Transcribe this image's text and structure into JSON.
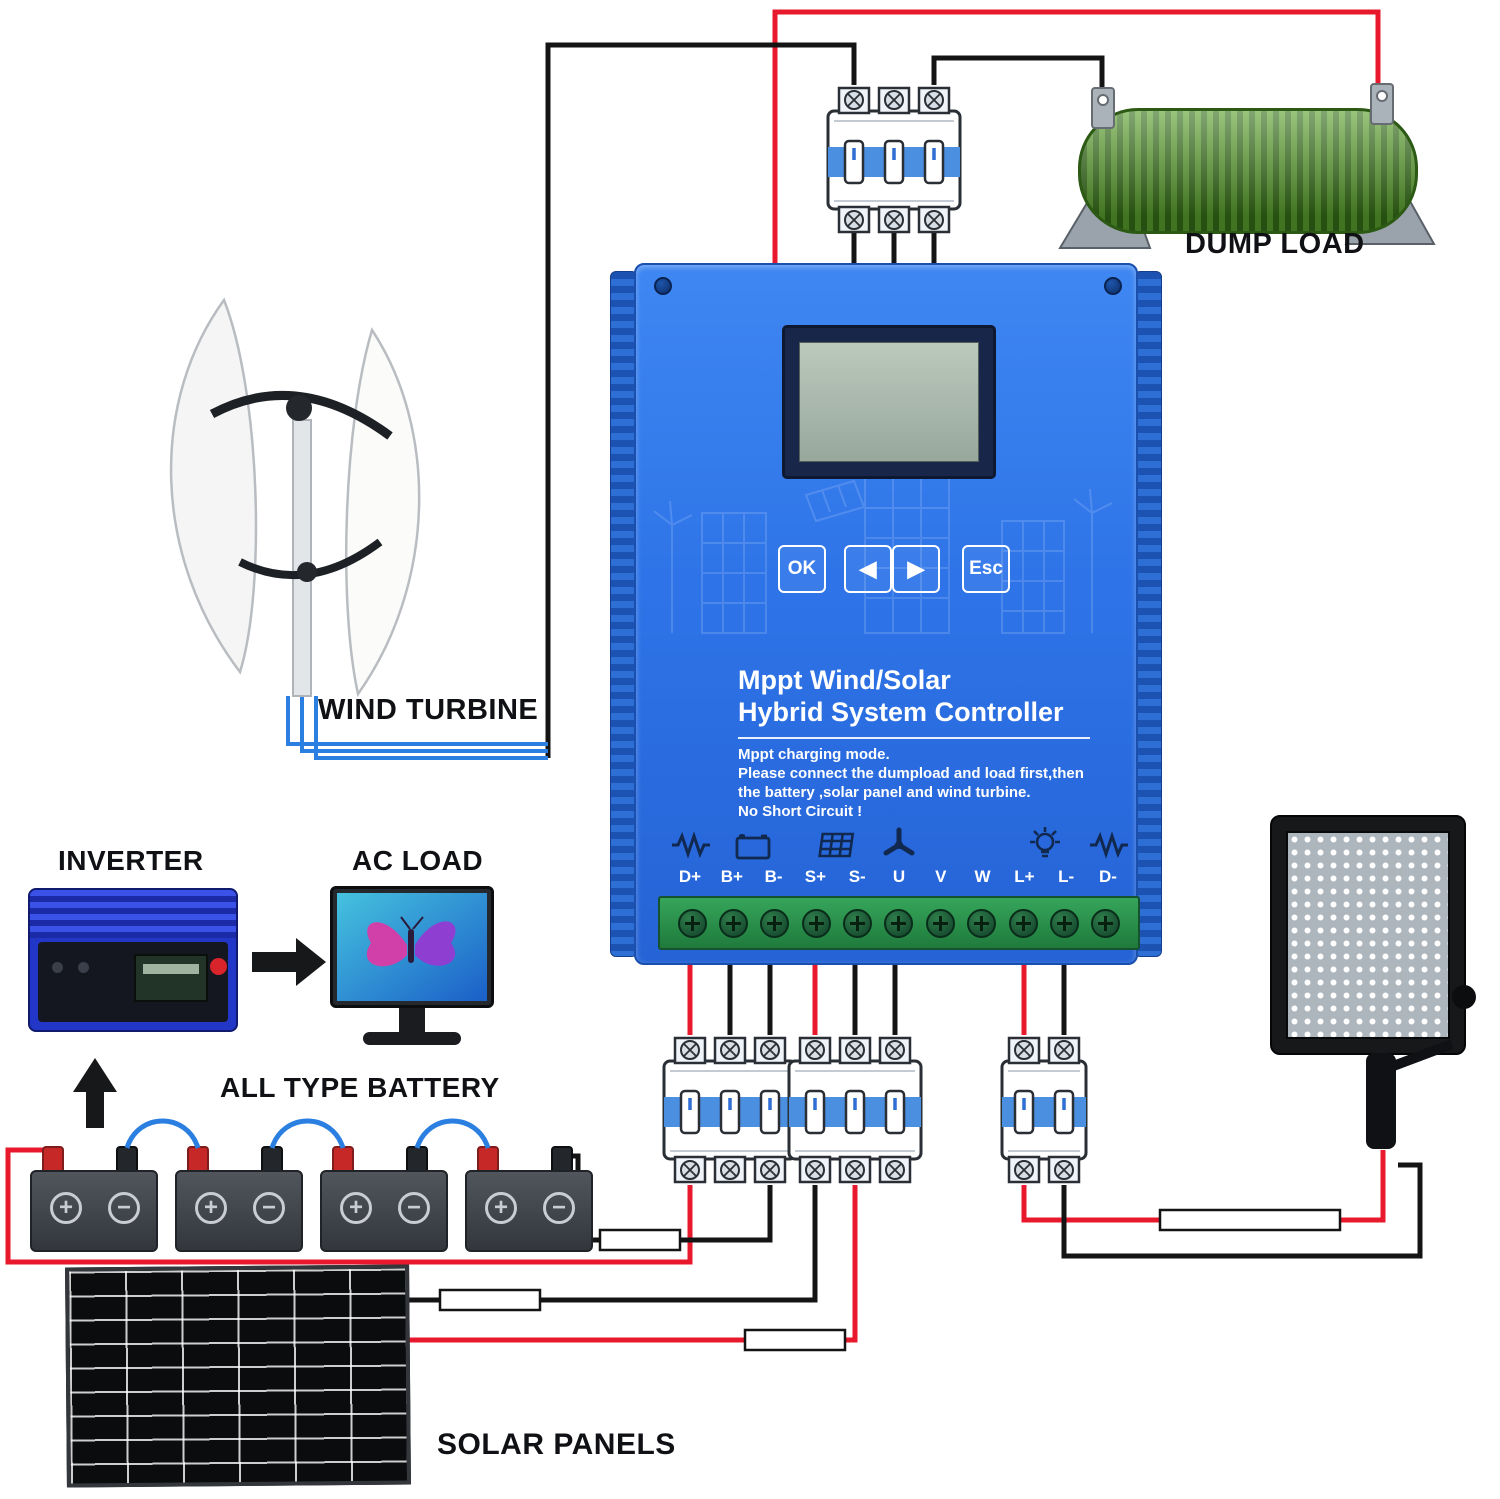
{
  "labels": {
    "dump_load": "DUMP LOAD",
    "wind_turbine": "WIND TURBINE",
    "inverter": "INVERTER",
    "ac_load": "AC LOAD",
    "battery": "ALL TYPE BATTERY",
    "solar_panels": "SOLAR PANELS"
  },
  "controller": {
    "title_line1": "Mppt Wind/Solar",
    "title_line2": "Hybrid System Controller",
    "description_lines": [
      "Mppt charging mode.",
      "Please connect the dumpload and load first,then",
      "the battery ,solar panel and wind turbine.",
      "No Short Circuit !"
    ],
    "buttons": {
      "ok": "OK",
      "prev": "◀",
      "next": "▶",
      "esc": "Esc"
    },
    "terminals": [
      "D+",
      "B+",
      "B-",
      "S+",
      "S-",
      "U",
      "V",
      "W",
      "L+",
      "L-",
      "D-"
    ],
    "icon_names": [
      "resistor-icon",
      "battery-icon",
      "solar-panel-icon",
      "fan-icon",
      "lamp-icon",
      "resistor-icon"
    ]
  },
  "battery_bank": {
    "plus_symbol": "+",
    "minus_symbol": "−"
  },
  "colors": {
    "wire_positive": "#e8192c",
    "wire_negative": "#141414",
    "wire_jumper": "#2b7fe0",
    "controller_body": "#2e74e8",
    "terminal_block": "#2f9e4f",
    "dump_load_green": "#5aa02c",
    "breaker_band": "#4a8fe0"
  }
}
